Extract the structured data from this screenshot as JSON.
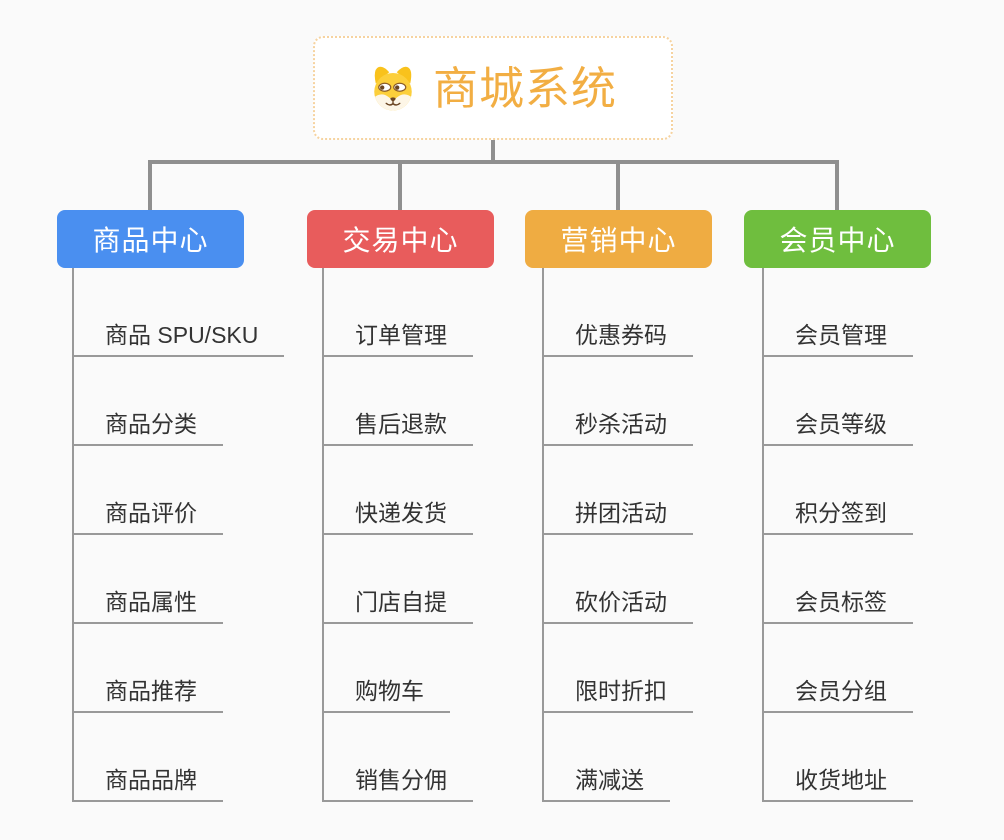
{
  "root": {
    "title": "商城系统",
    "icon": "dog-face"
  },
  "branches": [
    {
      "id": "product-center",
      "label": "商品中心",
      "color": "#4a8ff0",
      "items": [
        "商品 SPU/SKU",
        "商品分类",
        "商品评价",
        "商品属性",
        "商品推荐",
        "商品品牌"
      ]
    },
    {
      "id": "trade-center",
      "label": "交易中心",
      "color": "#e85c5c",
      "items": [
        "订单管理",
        "售后退款",
        "快递发货",
        "门店自提",
        "购物车",
        "销售分佣"
      ]
    },
    {
      "id": "marketing-center",
      "label": "营销中心",
      "color": "#efac42",
      "items": [
        "优惠券码",
        "秒杀活动",
        "拼团活动",
        "砍价活动",
        "限时折扣",
        "满减送"
      ]
    },
    {
      "id": "member-center",
      "label": "会员中心",
      "color": "#6fbe3e",
      "items": [
        "会员管理",
        "会员等级",
        "积分签到",
        "会员标签",
        "会员分组",
        "收货地址"
      ]
    }
  ],
  "colors": {
    "background": "#fafafa",
    "connector": "#8f8f8f",
    "underline": "#999999",
    "item_text": "#333333",
    "root_text": "#f2ae43",
    "root_border": "#f6d3a0"
  }
}
